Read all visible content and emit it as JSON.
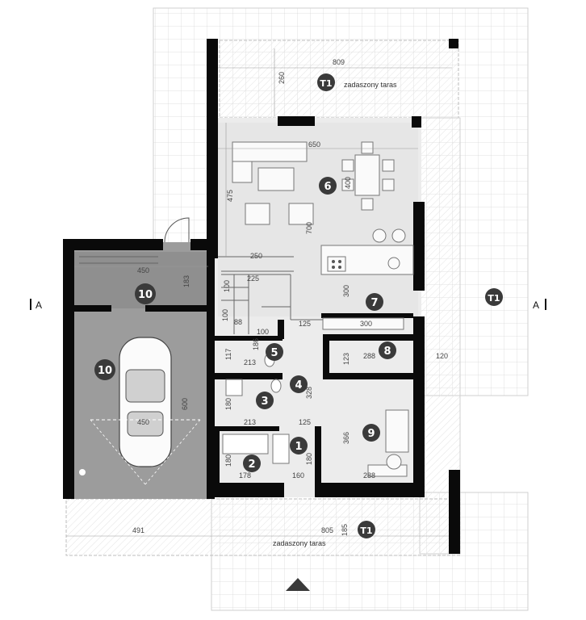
{
  "rooms": [
    {
      "id": "r1",
      "number": "1"
    },
    {
      "id": "r2",
      "number": "2"
    },
    {
      "id": "r3",
      "number": "3"
    },
    {
      "id": "r4",
      "number": "4"
    },
    {
      "id": "r5",
      "number": "5"
    },
    {
      "id": "r6",
      "number": "6"
    },
    {
      "id": "r7",
      "number": "7"
    },
    {
      "id": "r8",
      "number": "8"
    },
    {
      "id": "r9",
      "number": "9"
    },
    {
      "id": "r10a",
      "number": "10"
    },
    {
      "id": "r10b",
      "number": "10"
    },
    {
      "id": "t1top",
      "number": "T1"
    },
    {
      "id": "t1right",
      "number": "T1"
    },
    {
      "id": "t1bottom",
      "number": "T1"
    }
  ],
  "labels": {
    "terrace_top": "zadaszony taras",
    "terrace_bottom": "zadaszony taras",
    "section_left": "A",
    "section_right": "A"
  },
  "dimensions": {
    "d809": "809",
    "d260": "260",
    "d650": "650",
    "d475": "475",
    "d400": "400",
    "d700": "700",
    "d450a": "450",
    "d183": "183",
    "d250": "250",
    "d225": "225",
    "d100a": "100",
    "d300a": "300",
    "d100b": "100",
    "d88": "88",
    "d100c": "100",
    "d125a": "125",
    "d300b": "300",
    "d186": "186",
    "d117": "117",
    "d213a": "213",
    "d288a": "288",
    "d123": "123",
    "d120": "120",
    "d328": "328",
    "d600": "600",
    "d180a": "180",
    "d213b": "213",
    "d125b": "125",
    "d450b": "450",
    "d366": "366",
    "d180b": "180",
    "d180c": "180",
    "d178": "178",
    "d160": "160",
    "d288b": "288",
    "d491": "491",
    "d805": "805",
    "d185": "185"
  }
}
